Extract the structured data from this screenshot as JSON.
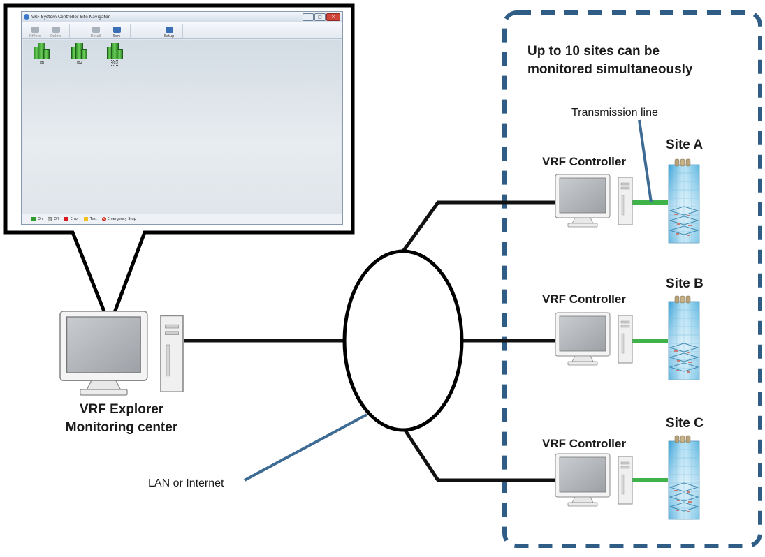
{
  "callout": {
    "window_title": "VRF System Controller Site Navigator",
    "toolbar": {
      "offline": "Offline",
      "online": "Online",
      "detail": "Detail",
      "sort": "Sort",
      "setup": "Setup"
    },
    "sites": [
      "lgi",
      "lg2",
      "lg3"
    ],
    "legend": {
      "on": "On",
      "off": "Off",
      "error": "Error",
      "test": "Test",
      "emergency": "Emergency Stop"
    },
    "legend_colors": {
      "on": "#2e9d2b",
      "off": "#b8b8b8",
      "error": "#d7181f",
      "test": "#f2c01e",
      "emergency": "#d52b1e"
    }
  },
  "center": {
    "line1": "VRF Explorer",
    "line2": "Monitoring center"
  },
  "network_label": "LAN or Internet",
  "remote_area": {
    "note_line1": "Up to 10 sites can be",
    "note_line2": "monitored simultaneously",
    "transmission_label": "Transmission line",
    "sites": [
      {
        "controller": "VRF Controller",
        "site": "Site A"
      },
      {
        "controller": "VRF Controller",
        "site": "Site B"
      },
      {
        "controller": "VRF Controller",
        "site": "Site C"
      }
    ]
  },
  "colors": {
    "dashed_border": "#2f5d86",
    "transmission_line": "#3fb34a",
    "pointer_line": "#3d6b93",
    "network_line": "#111111"
  }
}
